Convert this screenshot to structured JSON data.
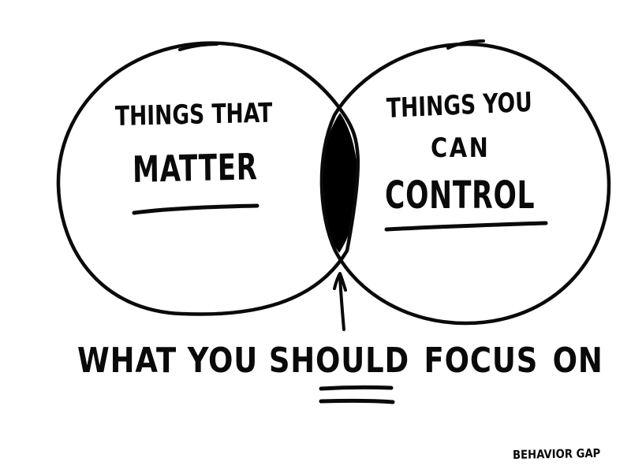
{
  "diagram": {
    "type": "venn",
    "style": "hand-drawn marker sketch",
    "colors": {
      "background": "#ffffff",
      "ink": "#0a0a0a",
      "intersection_fill": "#000000"
    },
    "left_circle": {
      "label_line_1": "Things That",
      "label_line_2": "Matter",
      "underlined": "Matter"
    },
    "right_circle": {
      "label_line_1": "Things You",
      "label_line_2": "Can",
      "label_line_3": "Control",
      "underlined": "Control"
    },
    "intersection": {
      "filled": true,
      "pointer": "arrow-up"
    },
    "caption": {
      "part_1": "What You Should",
      "part_2": "Focus",
      "part_3": "On",
      "emphasis": "Focus",
      "emphasis_style": "double underline"
    },
    "brand": "Behavior Gap"
  }
}
